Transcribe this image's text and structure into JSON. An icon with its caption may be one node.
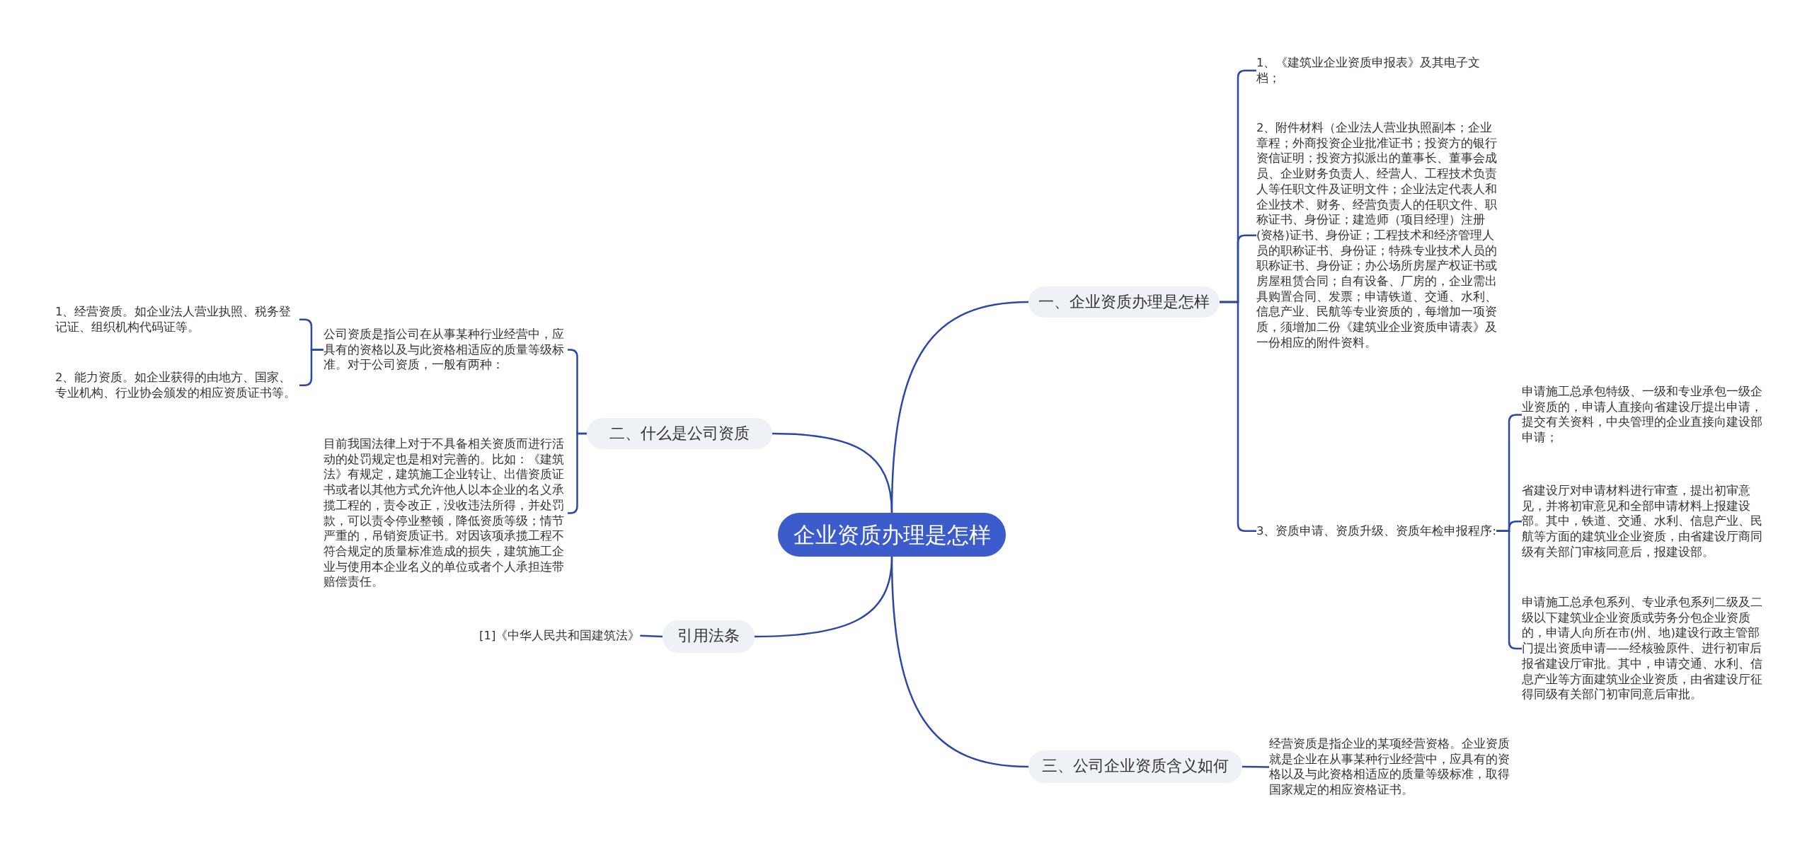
{
  "diagram": {
    "nodes": [
      {
        "text": [
          "企业资质办理是怎样"
        ]
      },
      {
        "text": [
          "一、企业资质办理是怎样"
        ]
      },
      {
        "text": [
          "1、《建筑业企业资质申报表》及其电子文档；"
        ]
      },
      {
        "text": [
          "2、附件材料（企业法人营业执照副本；企业章程；外商投资企业批准证书；投资方的银行资信证明；投资方拟派出的董事长、董事会成员、企业财务负责人、经营人、工程技术负责人等任职文件及证明文件；企业法定代表人和企业技术、财务、经营负责人的任职文件、职称证书、身份证；建造师（项目经理）注册(资格)证书、身份证；工程技术和经济管理人员的职称证书、身份证；特殊专业技术人员的职称证书、身份证；办公场所房屋产权证书或房屋租赁合同；自有设备、厂房的，企业需出具购置合同、发票；申请铁道、交通、水利、信息产业、民航等专业资质的，每增加一项资质，须增加二份《建筑业企业资质申请表》及一份相应的附件资料。"
        ]
      },
      {
        "text": [
          "3、资质申请、资质升级、资质年检申报程序:"
        ]
      },
      {
        "text": [
          "申请施工总承包特级、一级和专业承包一级企业资质的，申请人直接向省建设厅提出申请，提交有关资料，中央管理的企业直接向建设部申请；"
        ]
      },
      {
        "text": [
          "省建设厅对申请材料进行审查，提出初审意见，并将初审意见和全部申请材料上报建设部。其中，铁道、交通、水利、信息产业、民航等方面的建筑业企业资质，由省建设厅商同级有关部门审核同意后，报建设部。"
        ]
      },
      {
        "text": [
          "申请施工总承包系列、专业承包系列二级及二级以下建筑业企业资质或劳务分包企业资质的，申请人向所在市(州、地)建设行政主管部门提出资质申请——经核验原件、进行初审后报省建设厅审批。其中，申请交通、水利、信息产业等方面建筑业企业资质，由省建设厅征得同级有关部门初审同意后审批。"
        ]
      },
      {
        "text": [
          "二、什么是公司资质"
        ]
      },
      {
        "text": [
          "公司资质是指公司在从事某种行业经营中，应具有的资格以及与此资格相适应的质量等级标准。对于公司资质，一般有两种："
        ]
      },
      {
        "text": [
          "1、经营资质。如企业法人营业执照、税务登记证、组织机构代码证等。"
        ]
      },
      {
        "text": [
          "2、能力资质。如企业获得的由地方、国家、专业机构、行业协会颁发的相应资质证书等。"
        ]
      },
      {
        "text": [
          "目前我国法律上对于不具备相关资质而进行活动的处罚规定也是相对完善的。比如：《建筑法》有规定，建筑施工企业转让、出借资质证书或者以其他方式允许他人以本企业的名义承揽工程的，责令改正，没收违法所得，并处罚款，可以责令停业整顿，降低资质等级；情节严重的，吊销资质证书。对因该项承揽工程不符合规定的质量标准造成的损失，建筑施工企业与使用本企业名义的单位或者个人承担连带赔偿责任。"
        ]
      },
      {
        "text": [
          "引用法条"
        ]
      },
      {
        "text": [
          "[1]《中华人民共和国建筑法》"
        ]
      },
      {
        "text": [
          "三、公司企业资质含义如何"
        ]
      },
      {
        "text": [
          "经营资质是指企业的某项经营资格。企业资质就是企业在从事某种行业经营中，应具有的资格以及与此资格相适应的质量等级标准，取得国家规定的相应资格证书。"
        ]
      }
    ],
    "edges": [
      {
        "from": 0,
        "to": 1,
        "arrow": "none"
      },
      {
        "from": 1,
        "to": 2,
        "arrow": "none"
      },
      {
        "from": 1,
        "to": 3,
        "arrow": "none"
      },
      {
        "from": 1,
        "to": 4,
        "arrow": "none"
      },
      {
        "from": 4,
        "to": 5,
        "arrow": "none"
      },
      {
        "from": 4,
        "to": 6,
        "arrow": "none"
      },
      {
        "from": 4,
        "to": 7,
        "arrow": "none"
      },
      {
        "from": 0,
        "to": 8,
        "arrow": "none"
      },
      {
        "from": 8,
        "to": 9,
        "arrow": "none"
      },
      {
        "from": 9,
        "to": 10,
        "arrow": "none"
      },
      {
        "from": 9,
        "to": 11,
        "arrow": "none"
      },
      {
        "from": 8,
        "to": 12,
        "arrow": "none"
      },
      {
        "from": 0,
        "to": 13,
        "arrow": "none"
      },
      {
        "from": 13,
        "to": 14,
        "arrow": "none"
      },
      {
        "from": 0,
        "to": 15,
        "arrow": "none"
      },
      {
        "from": 15,
        "to": 16,
        "arrow": "none"
      }
    ]
  }
}
